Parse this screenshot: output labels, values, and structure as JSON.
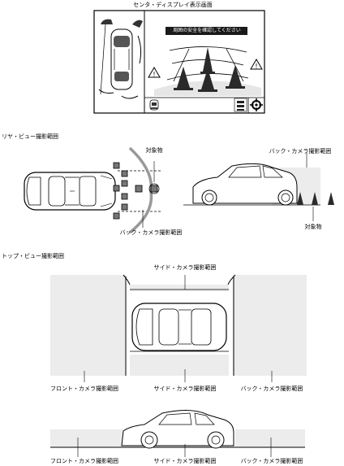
{
  "center_display": {
    "caption": "センタ・ディスプレイ表示画面",
    "warning_message": "周囲の安全を確認してください",
    "icons": [
      "parking-sensor-icon",
      "view-switch-icon",
      "settings-gear-icon",
      "warning-triangle-icon"
    ]
  },
  "rear_view": {
    "section_title": "リヤ・ビュー撮影範囲",
    "object_label_top": "対象物",
    "object_label_side": "対象物",
    "camera_range_label": "バック・カメラ撮影範囲",
    "camera_range_label_side": "バック・カメラ撮影範囲"
  },
  "top_view": {
    "section_title": "トップ・ビュー撮影範囲",
    "side_camera_top": "サイド・カメラ撮影範囲",
    "front_camera": "フロント・カメラ撮影範囲",
    "side_camera_bottom": "サイド・カメラ撮影範囲",
    "back_camera": "バック・カメラ撮影範囲"
  },
  "side_view": {
    "front_camera": "フロント・カメラ撮影範囲",
    "side_camera": "サイド・カメラ撮影範囲",
    "back_camera": "バック・カメラ撮影範囲"
  },
  "colors": {
    "range_fill": "#ececec",
    "pylon": "#2a2a2a",
    "display_bg": "#ffffff",
    "message_bar": "#1a1a1a"
  }
}
